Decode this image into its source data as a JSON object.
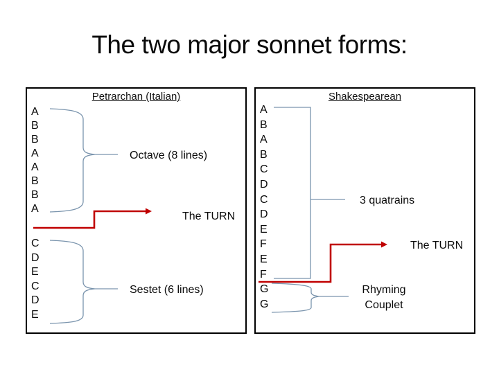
{
  "title": "The two major sonnet forms:",
  "colors": {
    "line_blue": "#7a94ad",
    "turn_red": "#c00000",
    "border": "#000000"
  },
  "petrarchan": {
    "header": "Petrarchan (Italian)",
    "octave_letters": [
      "A",
      "B",
      "B",
      "A",
      "A",
      "B",
      "B",
      "A"
    ],
    "octave_label": "Octave (8 lines)",
    "turn_label": "The TURN",
    "sestet_letters": [
      "C",
      "D",
      "E",
      "C",
      "D",
      "E"
    ],
    "sestet_label": "Sestet (6 lines)"
  },
  "shakespearean": {
    "header": "Shakespearean",
    "letters": [
      "A",
      "B",
      "A",
      "B",
      "C",
      "D",
      "C",
      "D",
      "E",
      "F",
      "E",
      "F",
      "G",
      "G"
    ],
    "quatrains_label": "3 quatrains",
    "turn_label": "The TURN",
    "couplet_label_line1": "Rhyming",
    "couplet_label_line2": "Couplet"
  }
}
